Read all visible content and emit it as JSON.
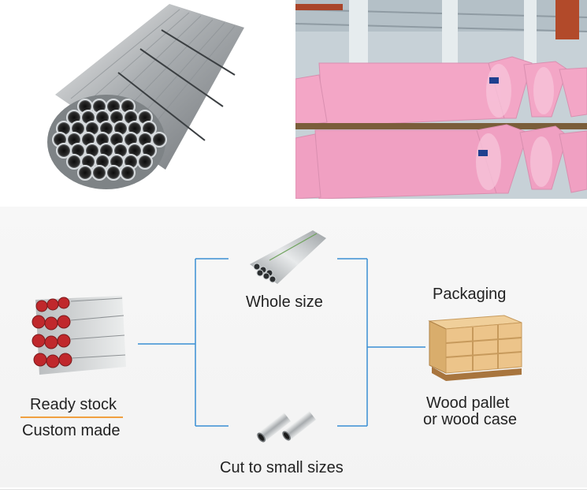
{
  "diagram": {
    "whole_size": "Whole size",
    "cut_to_small_sizes": "Cut to small sizes",
    "ready_stock": "Ready stock",
    "custom_made": "Custom made",
    "packaging": "Packaging",
    "wood_pallet": "Wood pallet",
    "wood_case": "or wood case"
  },
  "colors": {
    "connector_line": "#3a8fd4",
    "divider": "#f0a040",
    "wrap_pink": "#f3a6c6"
  }
}
